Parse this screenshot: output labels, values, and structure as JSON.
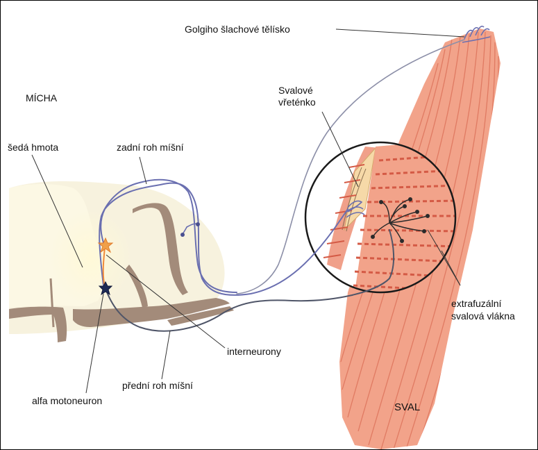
{
  "labels": {
    "golgi": "Golgiho šlachové tělísko",
    "micha": "MÍCHA",
    "seda_hmota": "šedá hmota",
    "zadni_roh": "zadní roh míšní",
    "svalove_l1": "Svalové",
    "svalove_l2": "vřeténko",
    "interneurony": "interneurony",
    "predni_roh": "přední roh míšní",
    "alfa": "alfa motoneuron",
    "extra_l1": "extrafuzální",
    "extra_l2": "svalová vlákna",
    "sval": "SVAL"
  },
  "colors": {
    "muscle": "#f2a38a",
    "muscle_stripe": "#e07a62",
    "muscle_dark": "#d45a45",
    "grey_matter": "#fbf7e2",
    "spinal_cord_outer": "#f6f1dc",
    "grey_matter_edge": "#a38b7a",
    "sensory_nerve": "#6a6fb0",
    "motor_nerve": "#4f5568",
    "interneuron": "#f08a3a",
    "circle": "#1a1a1a",
    "text": "#111111"
  }
}
